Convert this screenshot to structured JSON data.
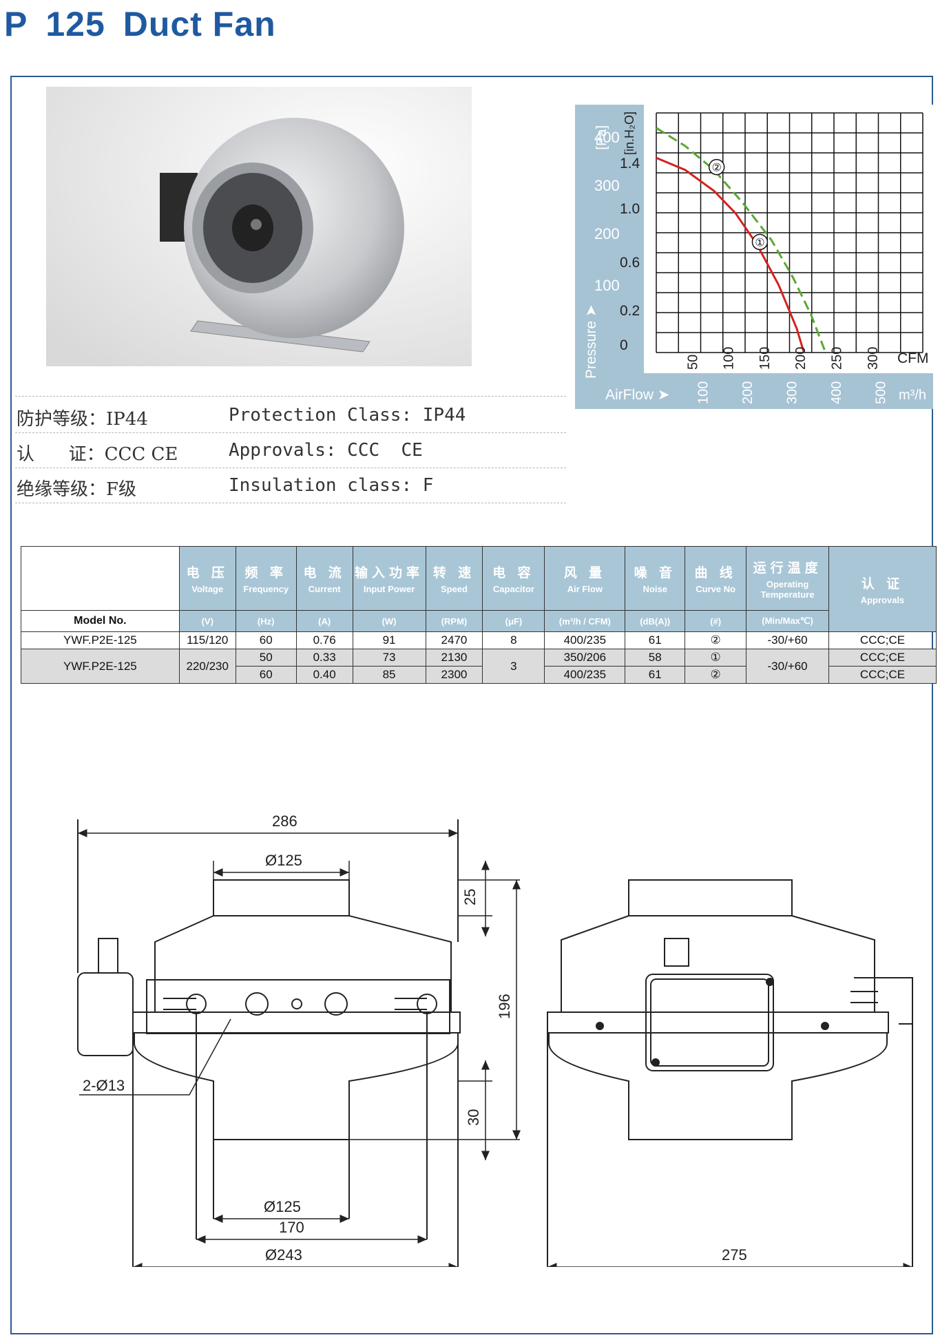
{
  "header": {
    "prefix": "P",
    "number": "125",
    "name": "Duct Fan"
  },
  "colors": {
    "brand": "#1f5aa0",
    "table_header": "#a9c6d6",
    "curve_1": "#d42020",
    "curve_2": "#5aa832"
  },
  "specs": [
    {
      "zh": "防护等级：IP44",
      "en": "Protection Class: IP44"
    },
    {
      "zh": "认      证：CCC CE",
      "en": "Approvals: CCC  CE"
    },
    {
      "zh": "绝缘等级：F级",
      "en": "Insulation class: F"
    }
  ],
  "chart_data": {
    "type": "line",
    "ylabel": "Pressure",
    "xlabel": "AirFlow",
    "y_unit_left": "[Pa]",
    "y_unit_right": "[in.H₂O]",
    "x_unit_top": "CFM",
    "x_unit_bottom": "m³/h",
    "y_ticks_pa": [
      "400",
      "300",
      "200",
      "100"
    ],
    "y_ticks_inh2o": [
      "1.4",
      "1.0",
      "0.6",
      "0.2",
      "0"
    ],
    "x_ticks_cfm": [
      "50",
      "100",
      "150",
      "200",
      "250",
      "300"
    ],
    "x_ticks_m3h": [
      "100",
      "200",
      "300",
      "400",
      "500"
    ],
    "ylim_inh2o": [
      0,
      1.6
    ],
    "xlim_cfm": [
      0,
      370
    ],
    "grid": true,
    "series": [
      {
        "name": "①",
        "color": "#d42020",
        "dash": false,
        "x": [
          0,
          40,
          80,
          110,
          140,
          170,
          195,
          205
        ],
        "y": [
          1.3,
          1.22,
          1.08,
          0.93,
          0.72,
          0.45,
          0.16,
          0
        ]
      },
      {
        "name": "②",
        "color": "#5aa832",
        "dash": true,
        "x": [
          0,
          40,
          80,
          120,
          160,
          190,
          215,
          235
        ],
        "y": [
          1.5,
          1.38,
          1.22,
          1.0,
          0.75,
          0.5,
          0.25,
          0
        ]
      }
    ]
  },
  "table": {
    "headers": [
      {
        "zh": "电 压",
        "en": "Voltage",
        "unit": "(V)"
      },
      {
        "zh": "频 率",
        "en": "Frequency",
        "unit": "(Hz)"
      },
      {
        "zh": "电 流",
        "en": "Current",
        "unit": "(A)"
      },
      {
        "zh": "输入功率",
        "en": "Input Power",
        "unit": "(W)"
      },
      {
        "zh": "转 速",
        "en": "Speed",
        "unit": "(RPM)"
      },
      {
        "zh": "电 容",
        "en": "Capacitor",
        "unit": "(μF)"
      },
      {
        "zh": "风 量",
        "en": "Air Flow",
        "unit": "(m³/h / CFM)"
      },
      {
        "zh": "噪 音",
        "en": "Noise",
        "unit": "(dB(A))"
      },
      {
        "zh": "曲 线",
        "en": "Curve No",
        "unit": "(#)"
      },
      {
        "zh": "运行温度",
        "en": "Operating Temperature",
        "unit": "(Min/Max℃)"
      },
      {
        "zh": "认 证",
        "en": "Approvals",
        "unit": ""
      }
    ],
    "model_label": "Model No.",
    "rows": [
      {
        "model": "YWF.P2E-125",
        "voltage": "115/120",
        "freq": "60",
        "current": "0.76",
        "power": "91",
        "speed": "2470",
        "cap": "8",
        "flow": "400/235",
        "noise": "61",
        "curve": "②",
        "temp": "-30/+60",
        "approvals": "CCC;CE"
      },
      {
        "model": "YWF.P2E-125",
        "voltage": "220/230",
        "freq": "50",
        "current": "0.33",
        "power": "73",
        "speed": "2130",
        "cap": "3",
        "flow": "350/206",
        "noise": "58",
        "curve": "①",
        "temp": "-30/+60",
        "approvals": "CCC;CE"
      },
      {
        "freq": "60",
        "current": "0.40",
        "power": "85",
        "speed": "2300",
        "flow": "400/235",
        "noise": "61",
        "curve": "②",
        "approvals": "CCC;CE"
      }
    ]
  },
  "dimensions": {
    "width_total": "286",
    "inlet_top": "Ø125",
    "top_collar": "25",
    "height": "196",
    "bottom_collar": "30",
    "inlet_bottom": "Ø125",
    "mount_holes_spacing": "170",
    "body_dia": "Ø243",
    "holes": "2-Ø13",
    "side_width": "275"
  }
}
